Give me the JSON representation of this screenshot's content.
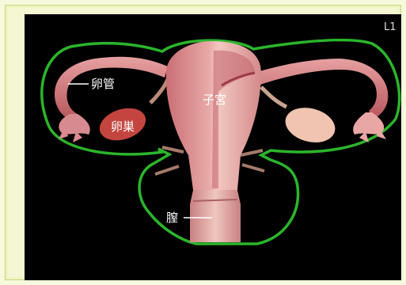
{
  "corner_label": "L1",
  "labels": {
    "fallopian_tube": "卵管",
    "ovary": "卵巣",
    "uterus": "子宮",
    "vagina": "膣"
  },
  "colors": {
    "page_bg": "#f7f9dc",
    "screen_bg": "#000000",
    "outline": "#2bb52b",
    "tissue": "#d98a8a",
    "tissue_dark": "#b5535a",
    "ovary_left": "#c4453f",
    "ovary_right": "#f0c4b0"
  }
}
